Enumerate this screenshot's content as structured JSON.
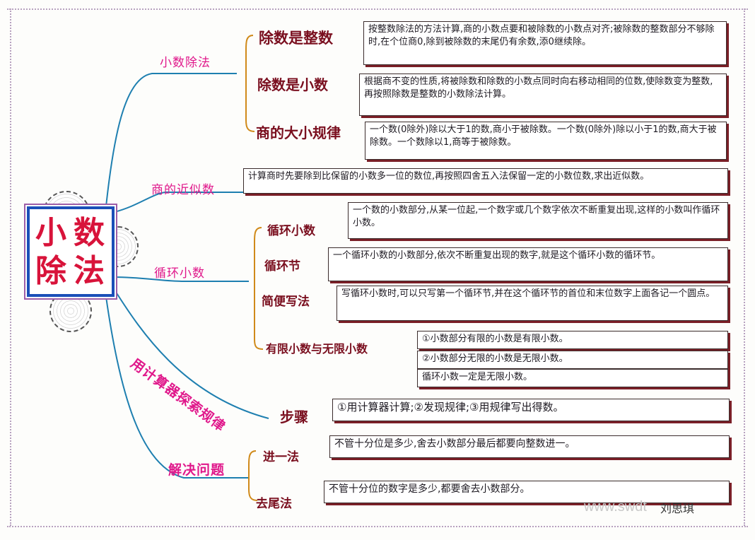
{
  "center": {
    "c1": "小",
    "c2": "数",
    "c3": "除",
    "c4": "法"
  },
  "branches": {
    "b1": "小数除法",
    "b2": "商的近似数",
    "b3": "循环小数",
    "b4": "用计算器探索规律",
    "b5": "解决问题"
  },
  "division": {
    "s1": "除数是整数",
    "t1": "按整数除法的方法计算,商的小数点要和被除数的小数点对齐;被除数的整数部分不够除时,在个位商0,除到被除数的末尾仍有余数,添0继续除。",
    "s2": "除数是小数",
    "t2": "根据商不变的性质,将被除数和除数的小数点同时向右移动相同的位数,使除数变为整数,再按照除数是整数的小数除法计算。",
    "s3": "商的大小规律",
    "t3": "一个数(0除外)除以大于1的数,商小于被除数。一个数(0除外)除以小于1的数,商大于被除数。一个数除以1,商等于被除数。"
  },
  "approx": {
    "t": "计算商时先要除到比保留的小数多一位的数位,再按照四舍五入法保留一定的小数位数,求出近似数。"
  },
  "recurring": {
    "s1": "循环小数",
    "t1": "一个数的小数部分,从某一位起,一个数字或几个数字依次不断重复出现,这样的小数叫作循环小数。",
    "s2": "循环节",
    "t2": "一个循环小数的小数部分,依次不断重复出现的数字,就是这个循环小数的循环节。",
    "s3": "简便写法",
    "t3": "写循环小数时,可以只写第一个循环节,并在这个循环节的首位和末位数字上面各记一个圆点。",
    "s4": "有限小数与无限小数",
    "t4a": "①小数部分有限的小数是有限小数。",
    "t4b": "②小数部分无限的小数是无限小数。",
    "t4c": "循环小数一定是无限小数。"
  },
  "calculator": {
    "s": "步骤",
    "t": "①用计算器计算;②发现规律;③用规律写出得数。"
  },
  "problems": {
    "s1": "进一法",
    "t1": "不管十分位是多少,舍去小数部分最后都要向整数进一。",
    "s2": "去尾法",
    "t2": "不管十分位的数字是多少,都要舍去小数部分。"
  },
  "watermark": "www.swdt",
  "signature": "刘思琪",
  "colors": {
    "branch": "#e0188b",
    "sub": "#7a0f1f",
    "line": "#1e7fb0",
    "subline": "#d08a1a",
    "center": "#d8133a"
  }
}
